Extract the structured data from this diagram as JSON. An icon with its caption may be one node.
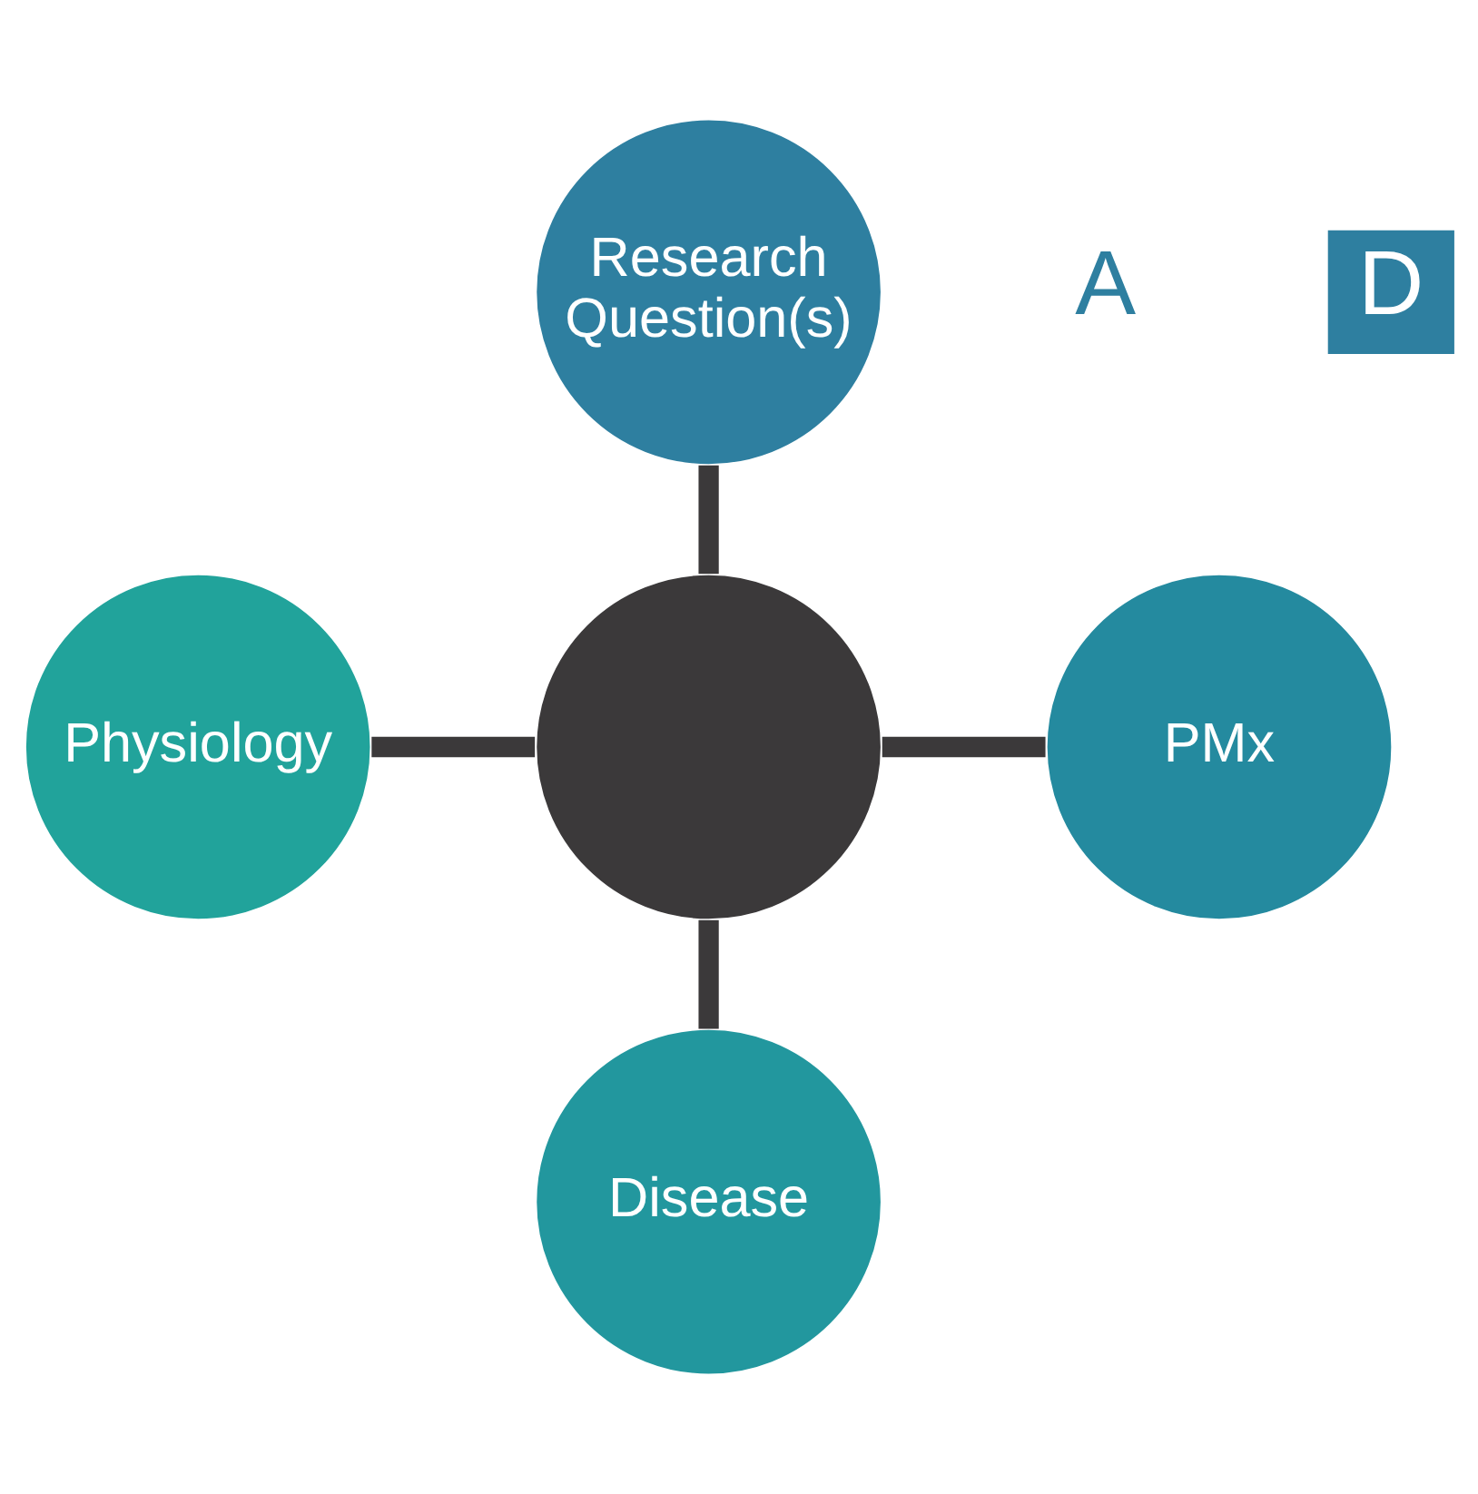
{
  "diagram": {
    "nodes": [
      {
        "text": [
          "Research Question(s)"
        ]
      },
      {
        "text": [
          "Physiology"
        ]
      },
      {
        "text": [],
        "shape": "circle"
      },
      {
        "text": [
          "PMx"
        ]
      },
      {
        "text": [
          "Disease"
        ]
      }
    ],
    "edges": [
      {
        "from": 0,
        "to": 2,
        "arrow": "none"
      },
      {
        "from": 1,
        "to": 2,
        "arrow": "none"
      },
      {
        "from": 2,
        "to": 3,
        "arrow": "none"
      },
      {
        "from": 2,
        "to": 4,
        "arrow": "none"
      }
    ],
    "labels": [
      "A",
      "D"
    ]
  }
}
